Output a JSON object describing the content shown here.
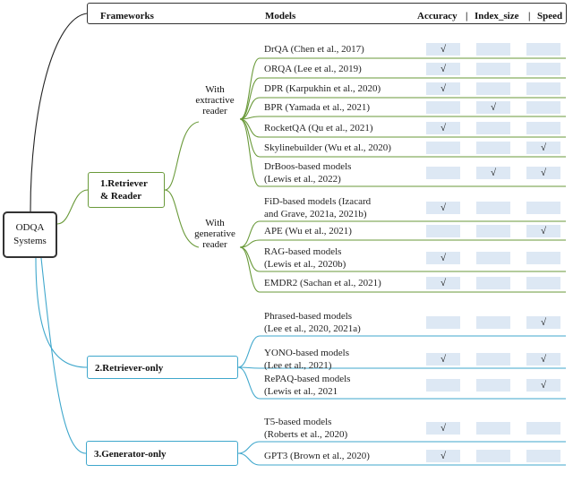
{
  "header": {
    "frameworks": "Frameworks",
    "models": "Models",
    "accuracy": "Accuracy",
    "sep1": "|",
    "index_size": "Index_size",
    "sep2": "|",
    "speed": "Speed"
  },
  "root": {
    "line1": "ODQA",
    "line2": "Systems"
  },
  "frameworks": {
    "retriever_reader": {
      "line1": "1.Retriever",
      "line2": "& Reader"
    },
    "retriever_only": "2.Retriever-only",
    "generator_only": "3.Generator-only"
  },
  "subgroups": {
    "extractive": {
      "line1": "With",
      "line2": "extractive",
      "line3": "reader"
    },
    "generative": {
      "line1": "With",
      "line2": "generative",
      "line3": "reader"
    }
  },
  "check_mark": "√",
  "colors": {
    "green": "#6a9a3a",
    "blue": "#3fa7cc",
    "black": "#222222",
    "cell": "#dde8f4"
  },
  "models": [
    {
      "lines": [
        "DrQA (Chen et al., 2017)"
      ],
      "accuracy": true,
      "index_size": false,
      "speed": false
    },
    {
      "lines": [
        "ORQA (Lee et al., 2019)"
      ],
      "accuracy": true,
      "index_size": false,
      "speed": false
    },
    {
      "lines": [
        "DPR (Karpukhin et al., 2020)"
      ],
      "accuracy": true,
      "index_size": false,
      "speed": false
    },
    {
      "lines": [
        "BPR (Yamada et al., 2021)"
      ],
      "accuracy": false,
      "index_size": true,
      "speed": false
    },
    {
      "lines": [
        "RocketQA (Qu et al., 2021)"
      ],
      "accuracy": true,
      "index_size": false,
      "speed": false
    },
    {
      "lines": [
        "Skylinebuilder (Wu et al., 2020)"
      ],
      "accuracy": false,
      "index_size": false,
      "speed": true
    },
    {
      "lines": [
        "DrBoos-based models",
        "(Lewis et al., 2022)"
      ],
      "accuracy": false,
      "index_size": true,
      "speed": true
    },
    {
      "lines": [
        "FiD-based models (Izacard",
        "and Grave, 2021a,  2021b)"
      ],
      "accuracy": true,
      "index_size": false,
      "speed": false
    },
    {
      "lines": [
        "APE (Wu et al., 2021)"
      ],
      "accuracy": false,
      "index_size": false,
      "speed": true
    },
    {
      "lines": [
        "RAG-based models",
        "(Lewis et al., 2020b)"
      ],
      "accuracy": true,
      "index_size": false,
      "speed": false
    },
    {
      "lines": [
        "EMDR2 (Sachan et al., 2021)"
      ],
      "accuracy": true,
      "index_size": false,
      "speed": false
    },
    {
      "lines": [
        "Phrased-based models",
        "(Lee et al., 2020, 2021a)"
      ],
      "accuracy": false,
      "index_size": false,
      "speed": true
    },
    {
      "lines": [
        "YONO-based models",
        "(Lee et al., 2021)"
      ],
      "accuracy": true,
      "index_size": false,
      "speed": true
    },
    {
      "lines": [
        "RePAQ-based models",
        "(Lewis et al., 2021"
      ],
      "accuracy": false,
      "index_size": false,
      "speed": true
    },
    {
      "lines": [
        "T5-based models",
        "(Roberts et al., 2020)"
      ],
      "accuracy": true,
      "index_size": false,
      "speed": false
    },
    {
      "lines": [
        "GPT3 (Brown et al., 2020)"
      ],
      "accuracy": true,
      "index_size": false,
      "speed": false
    }
  ]
}
